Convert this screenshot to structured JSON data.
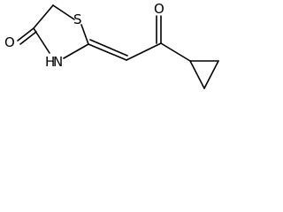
{
  "structure": {
    "atoms": {
      "ring_sulfur": "S",
      "ring_nitrogen": "H\nN",
      "carbonyl_oxygen_ring": "O",
      "carbonyl_oxygen_chain": "O"
    }
  },
  "colors": {
    "bond": "#000000",
    "label": "#000000",
    "background": "#ffffff"
  }
}
